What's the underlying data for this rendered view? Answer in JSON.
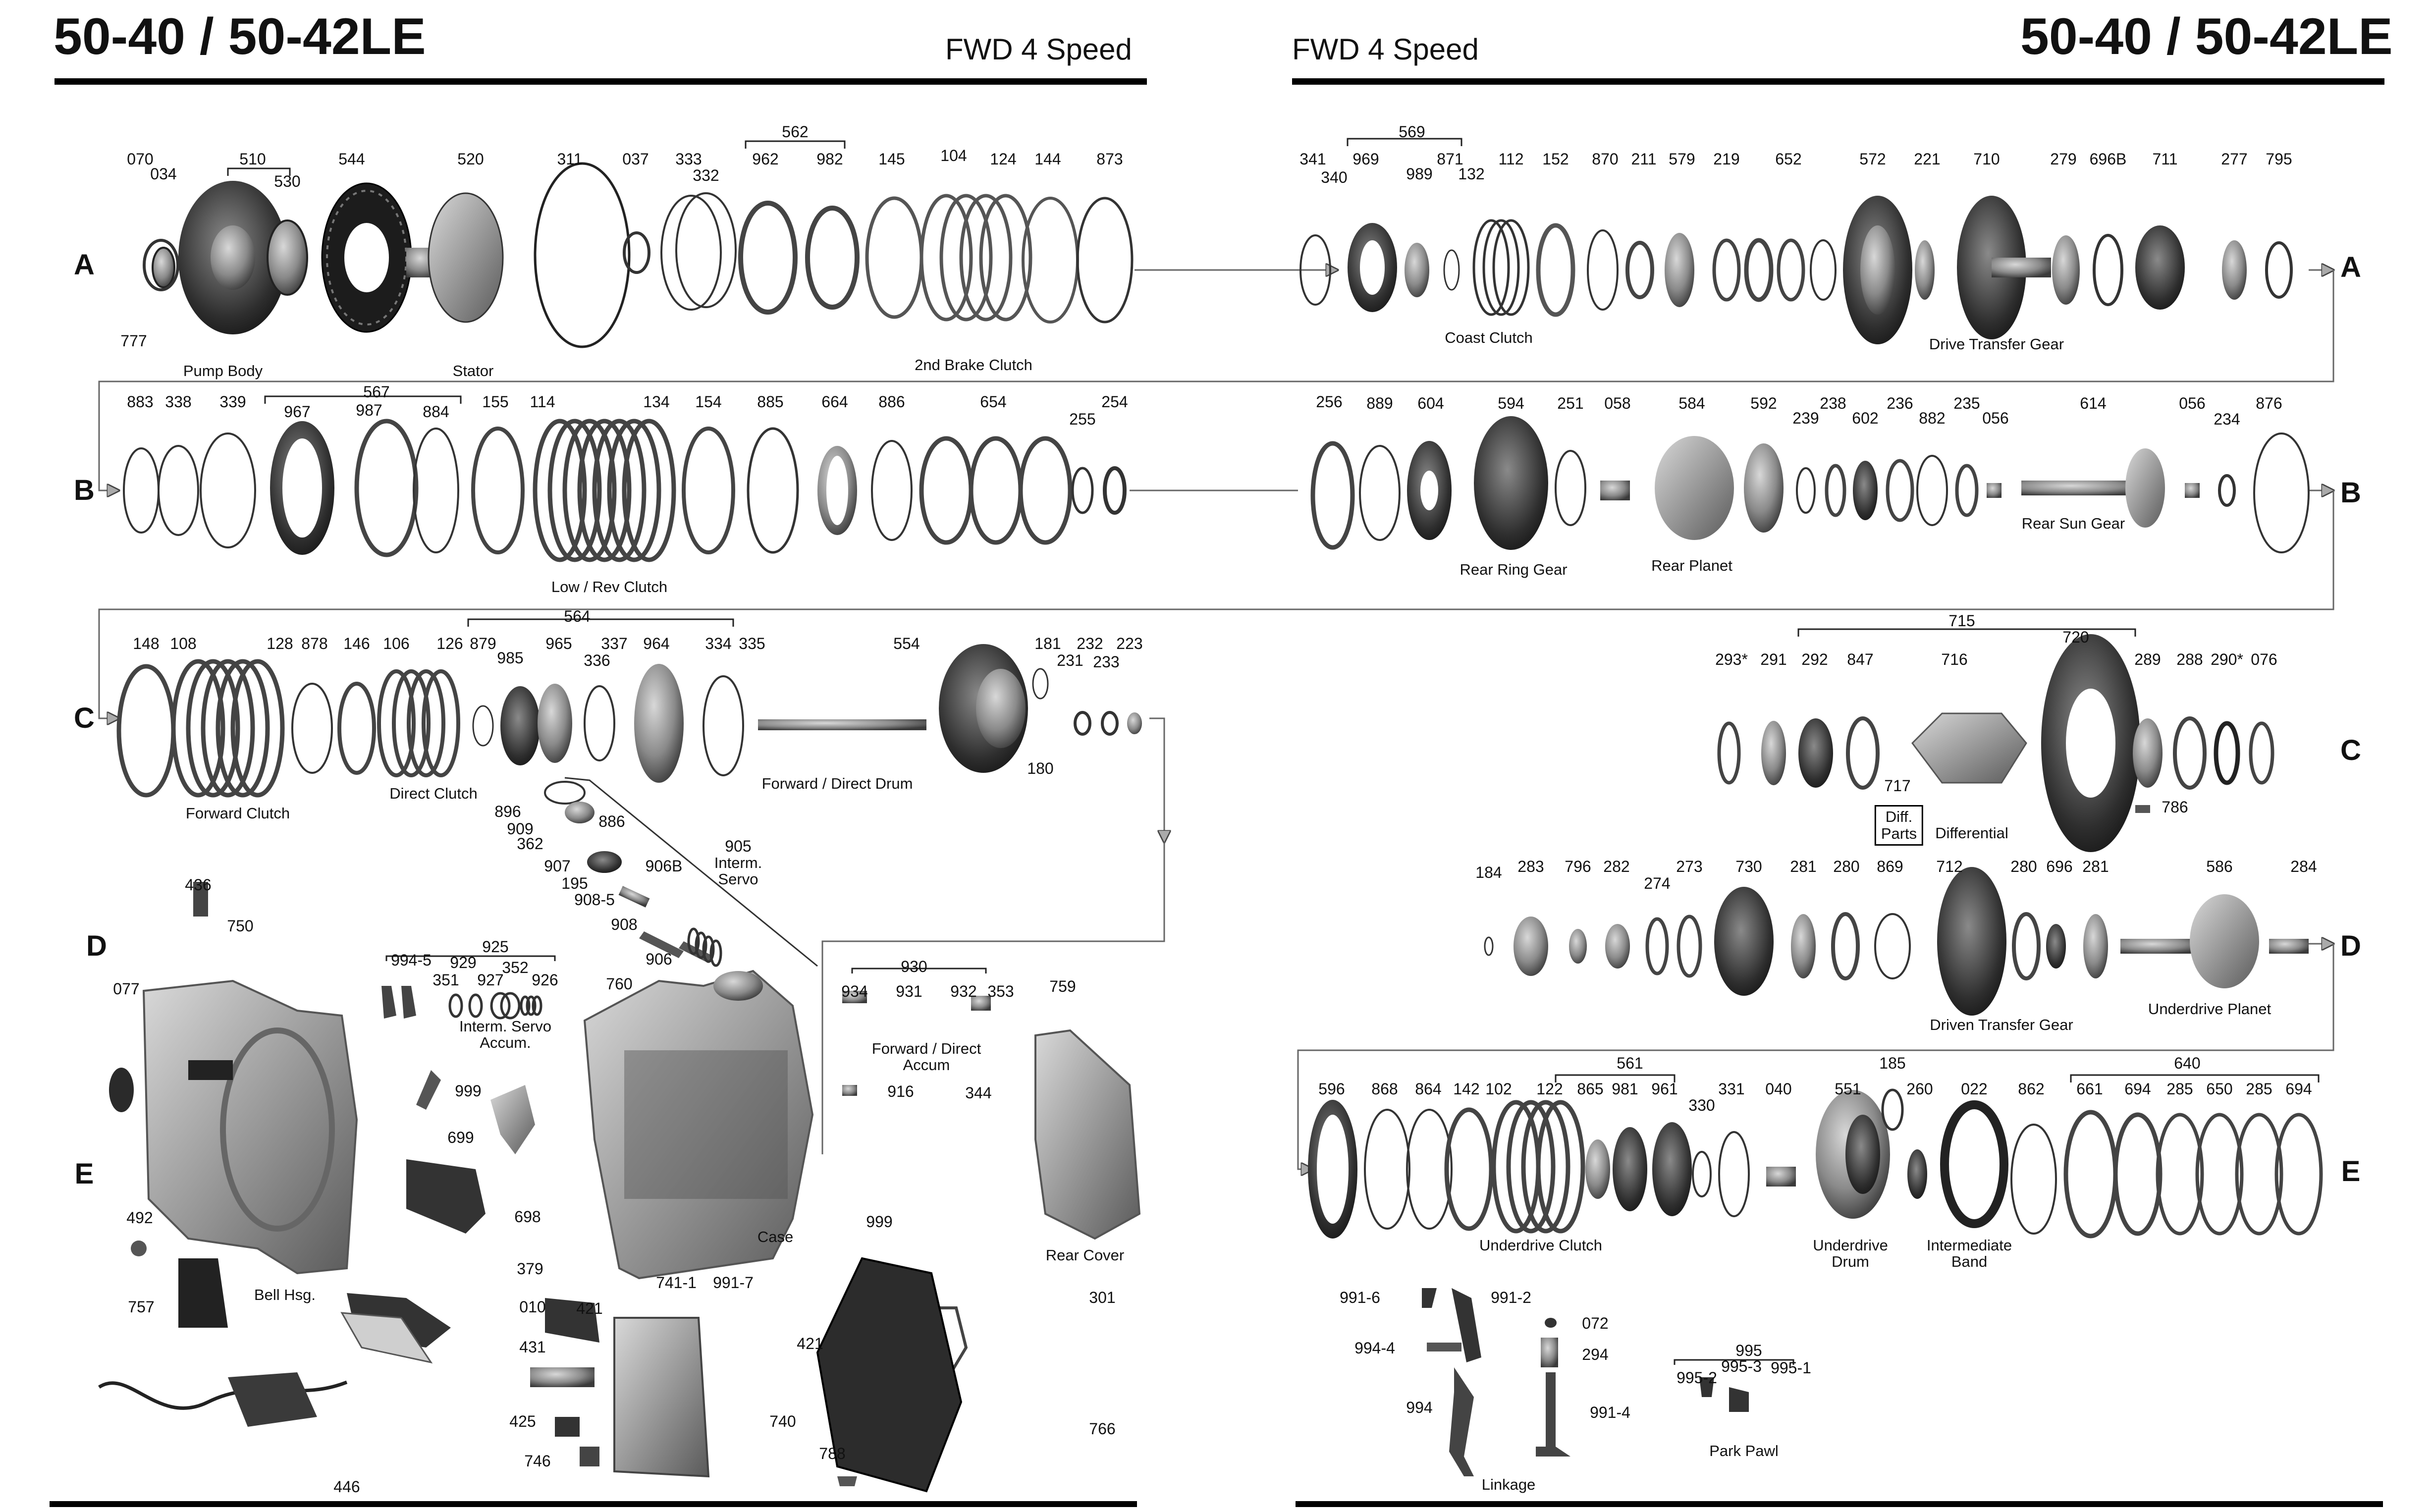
{
  "header": {
    "title_left": "50-40 / 50-42LE",
    "subtitle_left": "FWD 4 Speed",
    "subtitle_right": "FWD 4 Speed",
    "title_right": "50-40 / 50-42LE"
  },
  "rows": {
    "left_a": "A",
    "left_b": "B",
    "left_c": "C",
    "left_d": "D",
    "left_e": "E",
    "right_a": "A",
    "right_b": "B",
    "right_c": "C",
    "right_d": "D",
    "right_e": "E"
  },
  "part_numbers": {
    "p070": "070",
    "p034": "034",
    "p510": "510",
    "p530": "530",
    "p544": "544",
    "p520": "520",
    "p311": "311",
    "p037": "037",
    "p333": "333",
    "p332": "332",
    "p562": "562",
    "p962": "962",
    "p982": "982",
    "p145": "145",
    "p104": "104",
    "p124": "124",
    "p144": "144",
    "p873": "873",
    "p777": "777",
    "p883": "883",
    "p338": "338",
    "p339": "339",
    "p567": "567",
    "p967": "967",
    "p987": "987",
    "p884": "884",
    "p155": "155",
    "p114": "114",
    "p134": "134",
    "p154": "154",
    "p885": "885",
    "p664": "664",
    "p886": "886",
    "p654": "654",
    "p255": "255",
    "p254": "254",
    "p148": "148",
    "p108": "108",
    "p128": "128",
    "p878": "878",
    "p146": "146",
    "p106": "106",
    "p126": "126",
    "p879": "879",
    "p564": "564",
    "p985": "985",
    "p965": "965",
    "p337": "337",
    "p336": "336",
    "p964": "964",
    "p334": "334",
    "p335": "335",
    "p554": "554",
    "p181": "181",
    "p232": "232",
    "p223": "223",
    "p231": "231",
    "p233": "233",
    "p180": "180",
    "p896": "896",
    "p909": "909",
    "p886b": "886",
    "p362": "362",
    "p907": "907",
    "p906b": "906B",
    "p195": "195",
    "p908_5": "908-5",
    "p908": "908",
    "p906": "906",
    "p905": "905",
    "p436": "436",
    "p750": "750",
    "p077": "077",
    "p994_5": "994-5",
    "p929": "929",
    "p351": "351",
    "p925": "925",
    "p927": "927",
    "p352": "352",
    "p926": "926",
    "p760": "760",
    "p930": "930",
    "p934": "934",
    "p931": "931",
    "p932": "932",
    "p353": "353",
    "p759": "759",
    "p916": "916",
    "p344": "344",
    "p999a": "999",
    "p699": "699",
    "p698": "698",
    "p492": "492",
    "p999b": "999",
    "p379": "379",
    "p010": "010",
    "p757": "757",
    "p741_1": "741-1",
    "p991_7": "991-7",
    "p421a": "421",
    "p421b": "421",
    "p431": "431",
    "p740": "740",
    "p425": "425",
    "p746": "746",
    "p788": "788",
    "p301": "301",
    "p766": "766",
    "p446": "446",
    "p341": "341",
    "p340": "340",
    "p569": "569",
    "p969": "969",
    "p989": "989",
    "p871": "871",
    "p132": "132",
    "p112": "112",
    "p152": "152",
    "p870": "870",
    "p211": "211",
    "p579": "579",
    "p219": "219",
    "p652": "652",
    "p572": "572",
    "p221": "221",
    "p710": "710",
    "p279": "279",
    "p696B": "696B",
    "p711": "711",
    "p277": "277",
    "p795": "795",
    "p256": "256",
    "p889": "889",
    "p604": "604",
    "p594": "594",
    "p251": "251",
    "p058": "058",
    "p584": "584",
    "p592": "592",
    "p238": "238",
    "p239": "239",
    "p602": "602",
    "p236": "236",
    "p882": "882",
    "p235": "235",
    "p056a": "056",
    "p614": "614",
    "p056b": "056",
    "p234": "234",
    "p876": "876",
    "p715": "715",
    "p720": "720",
    "p293s": "293*",
    "p291": "291",
    "p292": "292",
    "p847": "847",
    "p716": "716",
    "p289": "289",
    "p288": "288",
    "p290s": "290*",
    "p076": "076",
    "p717": "717",
    "p786": "786",
    "p184": "184",
    "p283": "283",
    "p796": "796",
    "p282": "282",
    "p274": "274",
    "p273": "273",
    "p730": "730",
    "p281a": "281",
    "p280a": "280",
    "p869": "869",
    "p712": "712",
    "p280b": "280",
    "p696": "696",
    "p281b": "281",
    "p586": "586",
    "p284": "284",
    "p596": "596",
    "p868": "868",
    "p864": "864",
    "p142": "142",
    "p102": "102",
    "p561": "561",
    "p122": "122",
    "p865": "865",
    "p981": "981",
    "p961": "961",
    "p330": "330",
    "p331": "331",
    "p040": "040",
    "p551": "551",
    "p185": "185",
    "p260": "260",
    "p022": "022",
    "p862": "862",
    "p640": "640",
    "p661": "661",
    "p694a": "694",
    "p285a": "285",
    "p650": "650",
    "p285b": "285",
    "p694b": "694",
    "p991_6": "991-6",
    "p991_2": "991-2",
    "p072": "072",
    "p994_4": "994-4",
    "p294": "294",
    "p994": "994",
    "p991_4": "991-4",
    "p995": "995",
    "p995_2": "995-2",
    "p995_3": "995-3",
    "p995_1": "995-1"
  },
  "captions": {
    "pump_body": "Pump Body",
    "stator": "Stator",
    "second_brake_clutch": "2nd Brake Clutch",
    "low_rev_clutch": "Low / Rev Clutch",
    "forward_clutch": "Forward Clutch",
    "direct_clutch": "Direct Clutch",
    "forward_direct_drum": "Forward / Direct Drum",
    "interm_servo_l1": "Interm.",
    "interm_servo_l2": "Servo",
    "interm_accum_l1": "Interm. Servo",
    "interm_accum_l2": "Accum.",
    "fwd_accum_l1": "Forward / Direct",
    "fwd_accum_l2": "Accum",
    "case": "Case",
    "rear_cover": "Rear Cover",
    "bell_hsg": "Bell Hsg.",
    "coast_clutch": "Coast Clutch",
    "drive_transfer_gear": "Drive Transfer Gear",
    "rear_ring_gear": "Rear Ring Gear",
    "rear_planet": "Rear Planet",
    "rear_sun_gear": "Rear Sun Gear",
    "diff_parts_l1": "Diff.",
    "diff_parts_l2": "Parts",
    "differential": "Differential",
    "driven_transfer_gear": "Driven Transfer Gear",
    "underdrive_planet": "Underdrive Planet",
    "underdrive_clutch": "Underdrive Clutch",
    "underdrive_drum_l1": "Underdrive",
    "underdrive_drum_l2": "Drum",
    "intermediate_band_l1": "Intermediate",
    "intermediate_band_l2": "Band",
    "linkage": "Linkage",
    "park_pawl": "Park Pawl"
  }
}
